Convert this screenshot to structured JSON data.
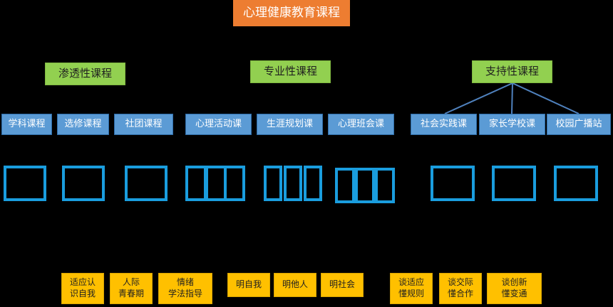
{
  "root": "心理健康教育课程",
  "categories": [
    "渗透性课程",
    "专业性课程",
    "支持性课程"
  ],
  "subcourses": [
    "学科课程",
    "选修课程",
    "社团课程",
    "心理活动课",
    "生涯规划课",
    "心理班会课",
    "社会实践课",
    "家长学校课",
    "校园广播站"
  ],
  "goals": [
    "适应认\n识自我",
    "人际\n青春期",
    "情绪\n学法指导",
    "明自我",
    "明他人",
    "明社会",
    "谈适应\n懂规则",
    "谈交际\n懂合作",
    "谈创新\n懂变通"
  ],
  "colors": {
    "root": "#ed7d31",
    "category": "#92d050",
    "subcourse": "#5b9bd5",
    "goal": "#ffc000",
    "frame": "#1a9dde"
  }
}
